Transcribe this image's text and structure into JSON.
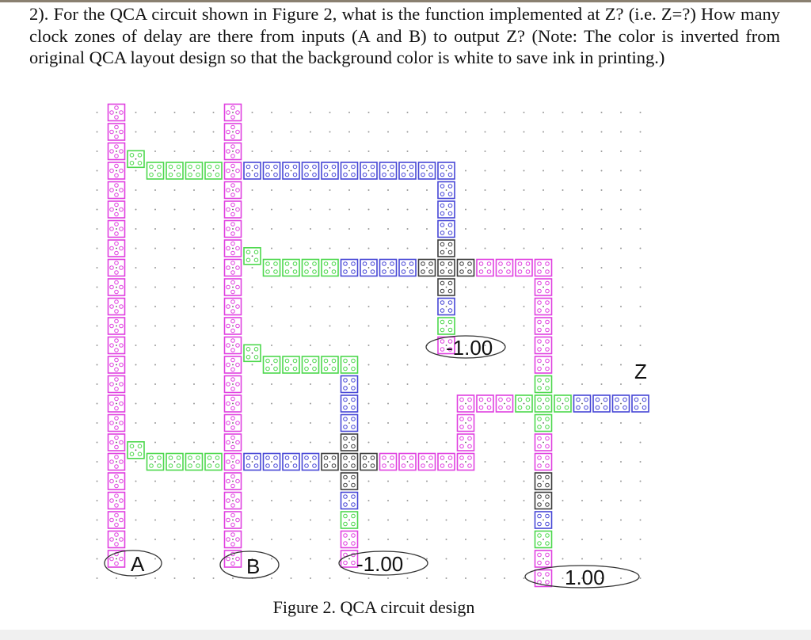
{
  "question": {
    "text": "2). For the QCA circuit shown in Figure 2, what is the function implemented at Z? (i.e. Z=?) How many clock zones of delay are there from inputs (A and B) to output Z? (Note: The color is inverted from original QCA layout design so that the background color is white to save ink in printing.)"
  },
  "figure": {
    "caption": "Figure 2. QCA circuit design",
    "labels": {
      "input_a": "A",
      "input_b": "B",
      "fixed_mid": "-1.00",
      "fixed_bottom": "-1.00",
      "fixed_right": "1.00",
      "output_z": "Z"
    },
    "clock_zone_colors": {
      "zone0": "#e040e0",
      "zone1": "#4cd84c",
      "zone2": "#4646d6",
      "zone3": "#3c3c3c"
    },
    "grid_dot_color": "#9a9a9a"
  }
}
